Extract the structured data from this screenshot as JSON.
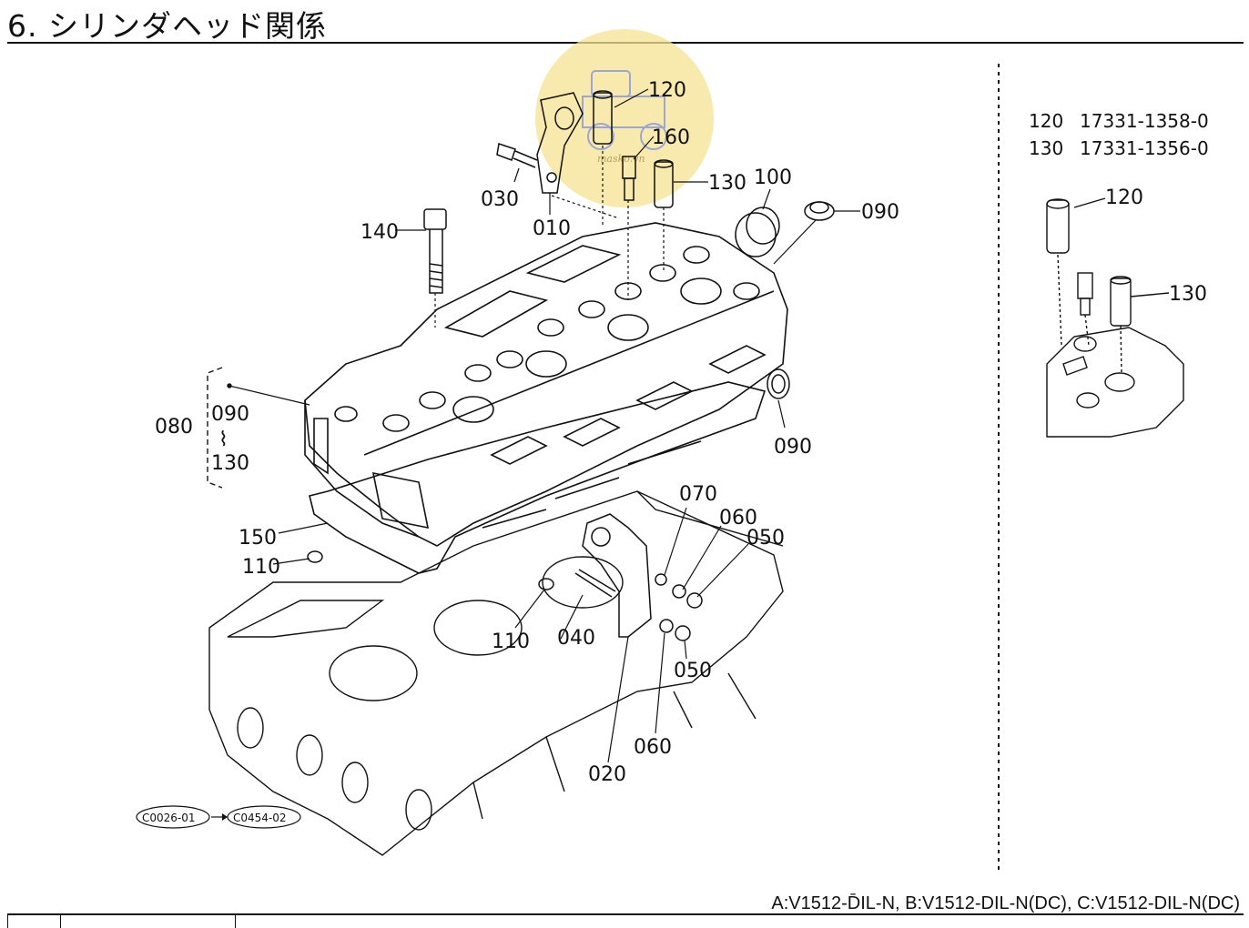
{
  "page_title": "6. シリンダヘッド関係",
  "detail_parts": [
    {
      "no": "120",
      "part_number": "17331-1358-0"
    },
    {
      "no": "130",
      "part_number": "17331-1356-0"
    }
  ],
  "callouts": {
    "c120": "120",
    "c160": "160",
    "c130": "130",
    "c100": "100",
    "c090a": "090",
    "c030": "030",
    "c010": "010",
    "c140": "140",
    "c080": "080",
    "c090r1": "090",
    "c130r": "130",
    "c090b": "090",
    "c150": "150",
    "c110a": "110",
    "c070": "070",
    "c060a": "060",
    "c050a": "050",
    "c110b": "110",
    "c040": "040",
    "c050b": "050",
    "c060b": "060",
    "c020": "020",
    "d120": "120",
    "d130": "130"
  },
  "range_symbol": "⌇",
  "refs": {
    "from": "C0026-01",
    "to": "C0454-02"
  },
  "watermark": "masko.vn",
  "footer_models": "A:V1512-D̄IL-N, B:V1512-DIL-N(DC), C:V1512-DIL-N(DC)",
  "colors": {
    "ink": "#111111",
    "watermark": "#f3e08a"
  }
}
